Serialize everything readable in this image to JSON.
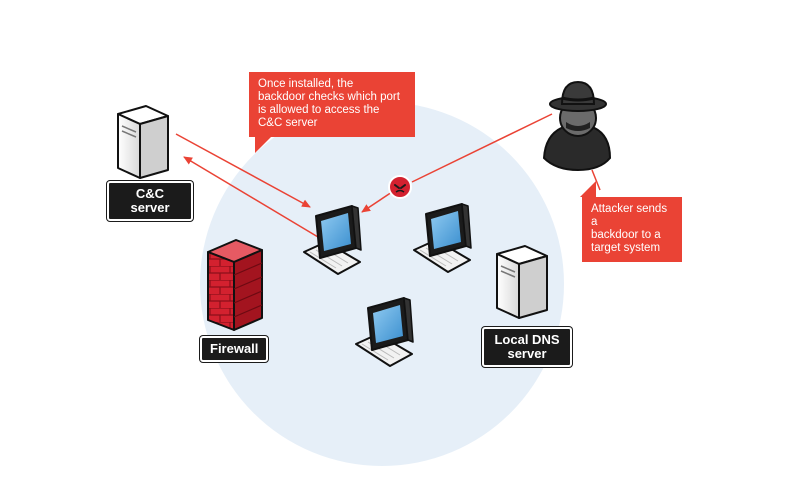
{
  "diagram": {
    "callouts": {
      "backdoor_check": [
        "Once installed, the",
        "backdoor checks which port",
        "is allowed to access the",
        "C&C server"
      ],
      "attacker_sends": [
        "Attacker sends a",
        "backdoor to a",
        "target system"
      ]
    },
    "labels": {
      "cc_server": [
        "C&C",
        "server"
      ],
      "firewall": "Firewall",
      "local_dns": [
        "Local DNS",
        "server"
      ]
    },
    "colors": {
      "callout": "#ea4335",
      "network_zone": "#e6eff8",
      "label_bg": "#1b1b1b",
      "firewall": "#d3212f",
      "screen": "#5aa7dd"
    },
    "icons": {
      "cc_server": "server-tower-icon",
      "firewall": "brick-wall-icon",
      "dns_server": "server-tower-icon",
      "attacker": "hooded-hacker-icon",
      "backdoor": "malware-bug-icon",
      "workstations": "desktop-computer-icon"
    }
  }
}
